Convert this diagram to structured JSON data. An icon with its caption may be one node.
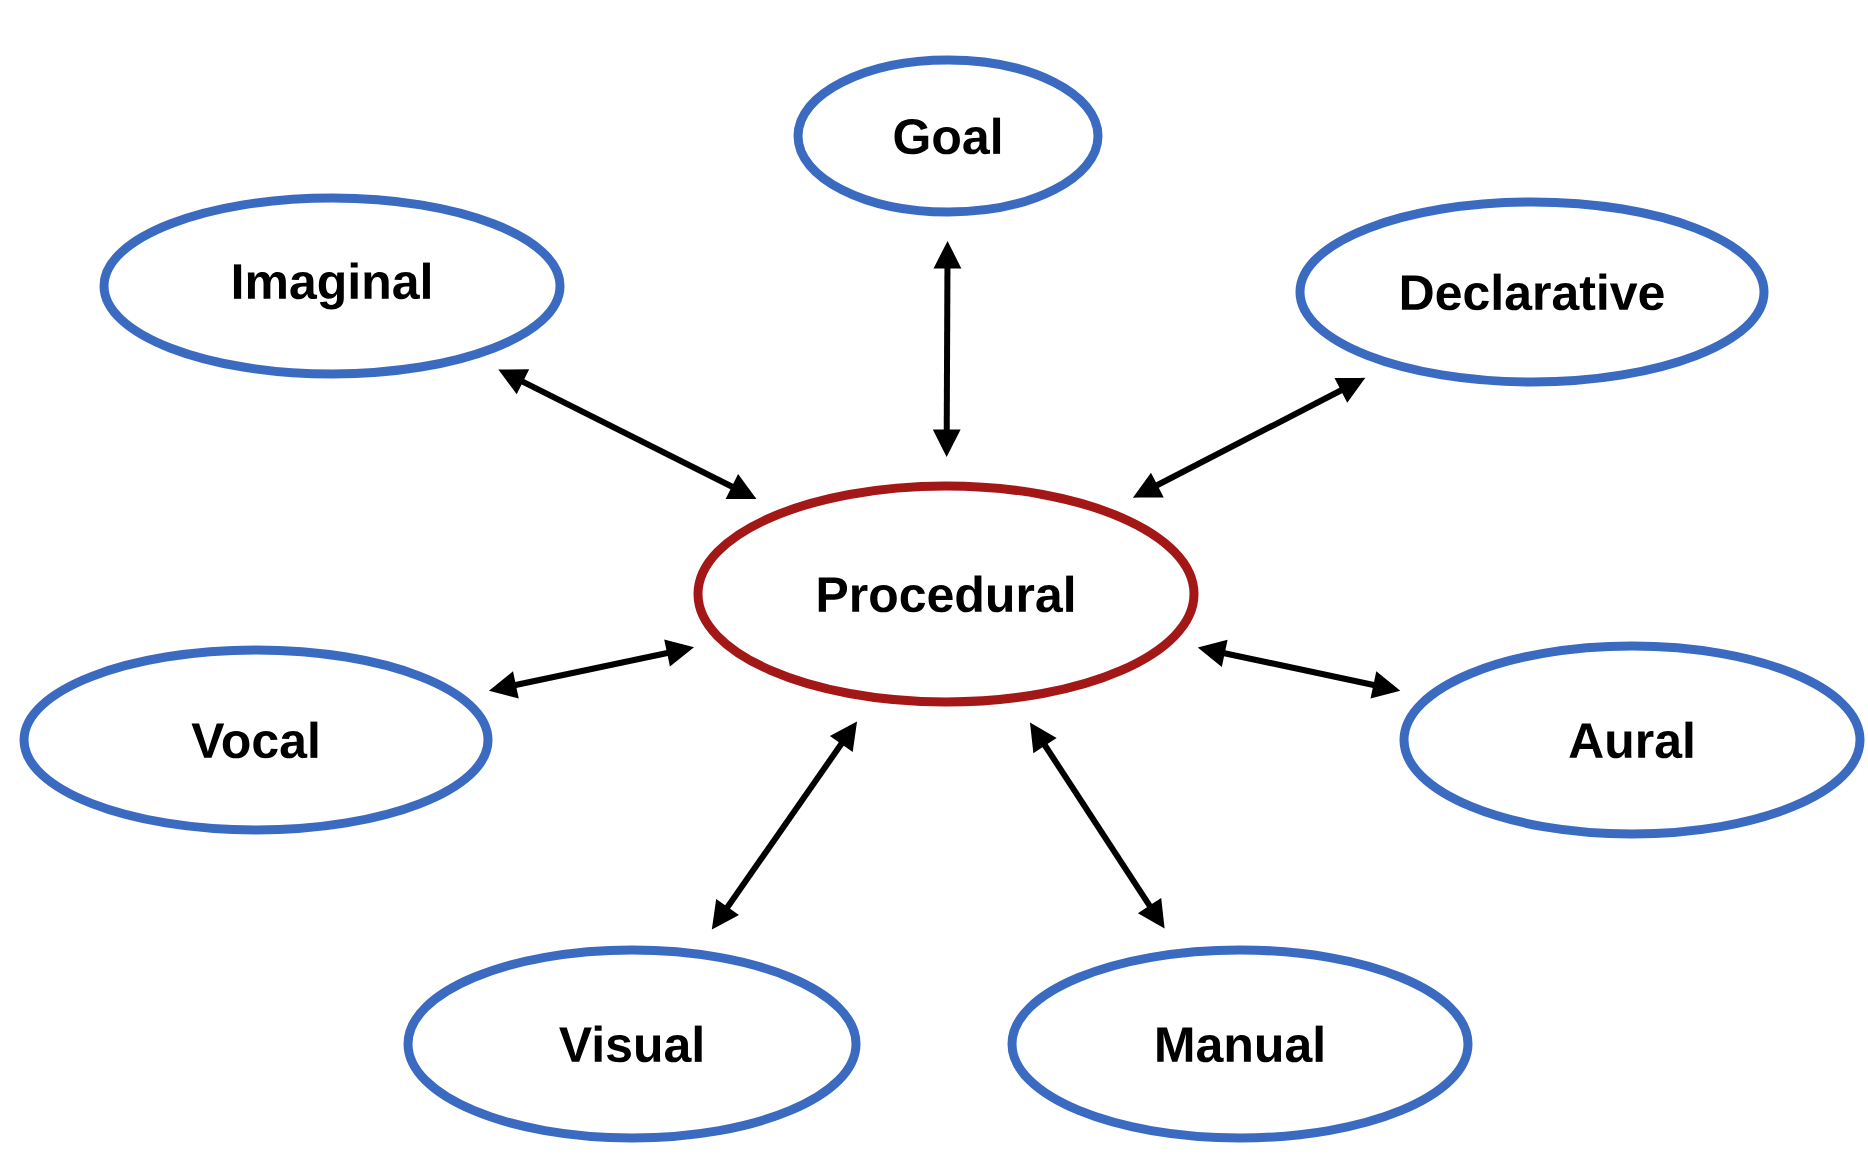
{
  "diagram": {
    "nodes": [
      {
        "text": [
          "Goal"
        ]
      },
      {
        "text": [
          "Imaginal"
        ]
      },
      {
        "text": [
          "Declarative"
        ]
      },
      {
        "text": [
          "Procedural"
        ]
      },
      {
        "text": [
          "Vocal"
        ]
      },
      {
        "text": [
          "Aural"
        ]
      },
      {
        "text": [
          "Visual"
        ]
      },
      {
        "text": [
          "Manual"
        ]
      }
    ],
    "edges": [
      {
        "from": 3,
        "to": 0,
        "arrow": "both"
      },
      {
        "from": 3,
        "to": 1,
        "arrow": "both"
      },
      {
        "from": 3,
        "to": 2,
        "arrow": "both"
      },
      {
        "from": 3,
        "to": 4,
        "arrow": "both"
      },
      {
        "from": 3,
        "to": 5,
        "arrow": "both"
      },
      {
        "from": 3,
        "to": 6,
        "arrow": "both"
      },
      {
        "from": 3,
        "to": 7,
        "arrow": "both"
      }
    ]
  }
}
